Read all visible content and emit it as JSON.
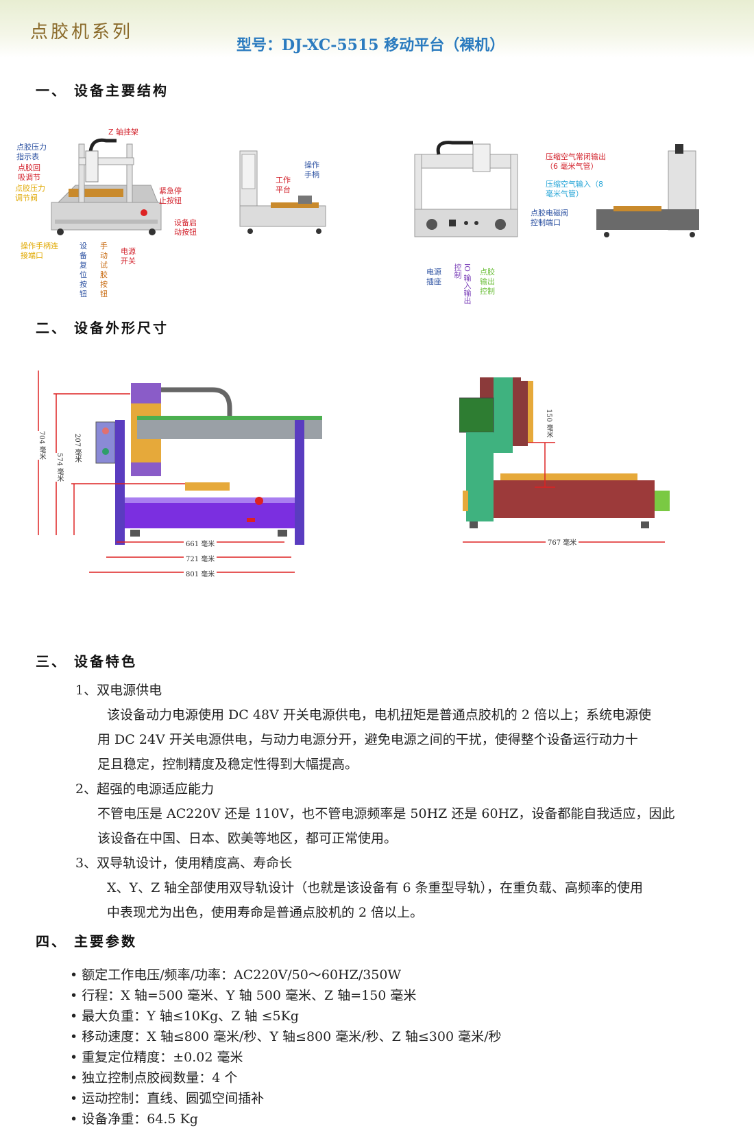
{
  "header": {
    "series": "点胶机系列",
    "model": "型号：DJ-XC-5515 移动平台（裸机）"
  },
  "sections": {
    "s1": "一、 设备主要结构",
    "s2": "二、 设备外形尺寸",
    "s3": "三、 设备特色",
    "s4": "四、 主要参数"
  },
  "structure_labels": {
    "z_bracket": "Z 轴挂架",
    "pressure_gauge": "点胶压力指示表",
    "suckback": "点胶回吸调节",
    "pressure_valve": "点胶压力调节阀",
    "handle_port": "操作手柄连接端口",
    "reset_btn": "设备复位按钮",
    "manual_btn": "手动试胶按钮",
    "power_switch": "电源开关",
    "estop": "紧急停止按钮",
    "start_btn": "设备启动按钮",
    "work_platform": "工作平台",
    "handle": "操作手柄",
    "air_nc": "压缩空气常闭输出（6 毫米气管）",
    "air_in": "压缩空气输入（8 毫米气管）",
    "valve_port": "点胶电磁阀控制端口",
    "power_socket": "电源插座",
    "io_port": "IO 输入输出控制",
    "glue_out": "点胶输出控制"
  },
  "dimensions": {
    "h704": "704 毫米",
    "h574": "574 毫米",
    "h207": "207 毫米",
    "w661": "661 毫米",
    "w721": "721 毫米",
    "w801": "801 毫米",
    "z150": "150 毫米",
    "d767": "767 毫米"
  },
  "features": {
    "f1_title": "1、双电源供电",
    "f1_line1": "该设备动力电源使用 DC 48V 开关电源供电，电机扭矩是普通点胶机的 2 倍以上；系统电源使",
    "f1_line2": "用 DC 24V 开关电源供电，与动力电源分开，避免电源之间的干扰，使得整个设备运行动力十",
    "f1_line3": "足且稳定，控制精度及稳定性得到大幅提高。",
    "f2_title": "2、超强的电源适应能力",
    "f2_line1": "不管电压是 AC220V 还是 110V，也不管电源频率是 50HZ 还是 60HZ，设备都能自我适应，因此",
    "f2_line2": "该设备在中国、日本、欧美等地区，都可正常使用。",
    "f3_title": "3、双导轨设计，使用精度高、寿命长",
    "f3_line1": "X、Y、Z 轴全部使用双导轨设计（也就是该设备有 6 条重型导轨），在重负载、高频率的使用",
    "f3_line2": "中表现尤为出色，使用寿命是普通点胶机的 2 倍以上。"
  },
  "params": [
    "• 额定工作电压/频率/功率：AC220V/50～60HZ/350W",
    "• 行程：X 轴=500 毫米、Y 轴 500 毫米、Z 轴=150 毫米",
    "• 最大负重：Y 轴≤10Kg、Z 轴 ≤5Kg",
    "• 移动速度：X 轴≤800 毫米/秒、Y 轴≤800 毫米/秒、Z 轴≤300 毫米/秒",
    "• 重复定位精度：±0.02 毫米",
    "• 独立控制点胶阀数量：4 个",
    "• 运动控制：直线、圆弧空间插补",
    "• 设备净重：64.5 Kg"
  ]
}
